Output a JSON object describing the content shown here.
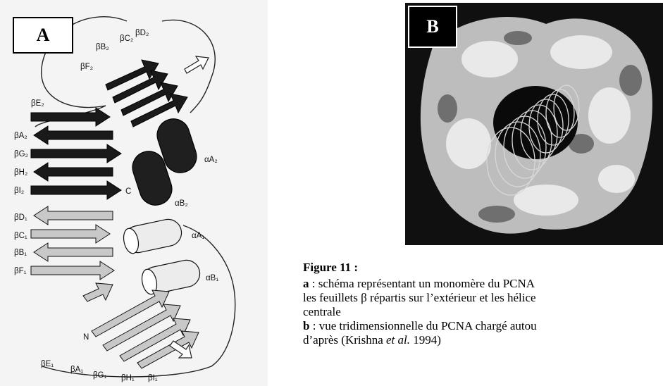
{
  "panel_a": {
    "badge": "A",
    "labels": {
      "bD2": "βD₂",
      "bC2": "βC₂",
      "bB2": "βB₂",
      "bF2": "βF₂",
      "bE2": "βE₂",
      "bA2": "βA₂",
      "bG2": "βG₂",
      "bH2": "βH₂",
      "bI2": "βI₂",
      "C": "C",
      "aA2": "αA₂",
      "aB2": "αB₂",
      "bD1": "βD₁",
      "bC1": "βC₁",
      "bB1": "βB₁",
      "bF1": "βF₁",
      "aA1": "αA₁",
      "aB1": "αB₁",
      "N": "N",
      "bE1": "βE₁",
      "bA1": "βA₁",
      "bG1": "βG₁",
      "bH1": "βH₁",
      "bI1": "βI₁"
    }
  },
  "panel_b": {
    "badge": "B"
  },
  "caption": {
    "title": "Figure 11 :",
    "line_a_letter": "a",
    "line_a_text": " : schéma représentant un monomère du PCNA",
    "line_a_cont": "les feuillets β répartis sur l’extérieur et les hélice",
    "line_a_cont2": "centrale",
    "line_b_letter": "b",
    "line_b_text": " : vue tridimensionnelle du PCNA chargé autou",
    "line_c_pre": "d’après (Krishna ",
    "line_c_ital": "et al.",
    "line_c_post": " 1994)"
  }
}
